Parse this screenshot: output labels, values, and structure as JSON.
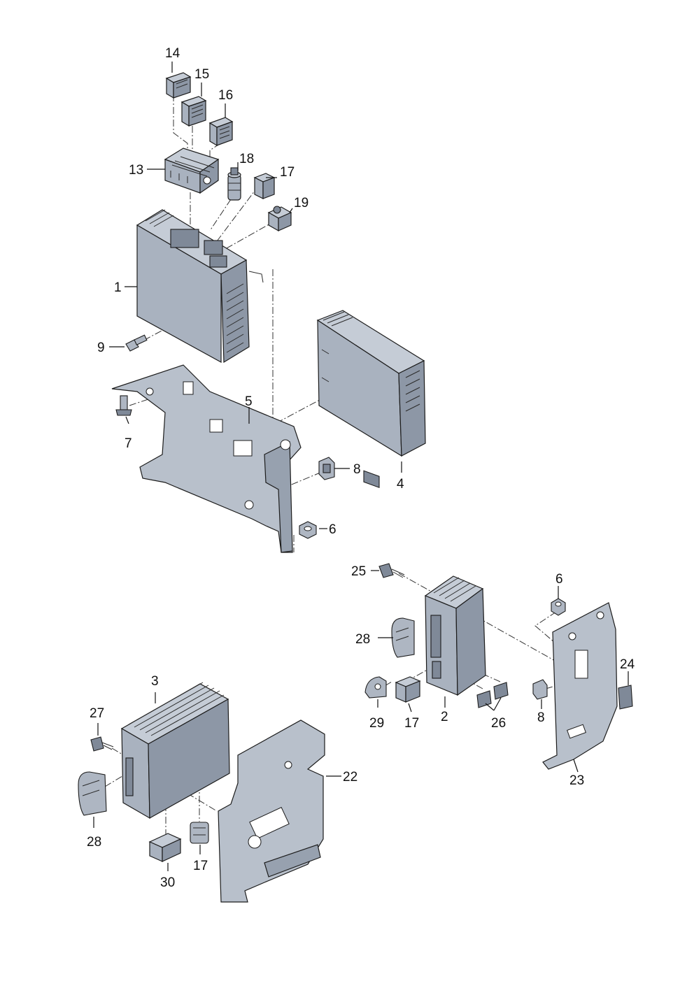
{
  "callouts": {
    "c1": "1",
    "c2": "2",
    "c3": "3",
    "c4": "4",
    "c5": "5",
    "c6a": "6",
    "c6b": "6",
    "c7": "7",
    "c8a": "8",
    "c8b": "8",
    "c9": "9",
    "c13": "13",
    "c14": "14",
    "c15": "15",
    "c16": "16",
    "c17a": "17",
    "c17b": "17",
    "c17c": "17",
    "c18": "18",
    "c19": "19",
    "c22": "22",
    "c23": "23",
    "c24": "24",
    "c25": "25",
    "c26": "26",
    "c27": "27",
    "c28a": "28",
    "c28b": "28",
    "c29": "29",
    "c30": "30"
  }
}
